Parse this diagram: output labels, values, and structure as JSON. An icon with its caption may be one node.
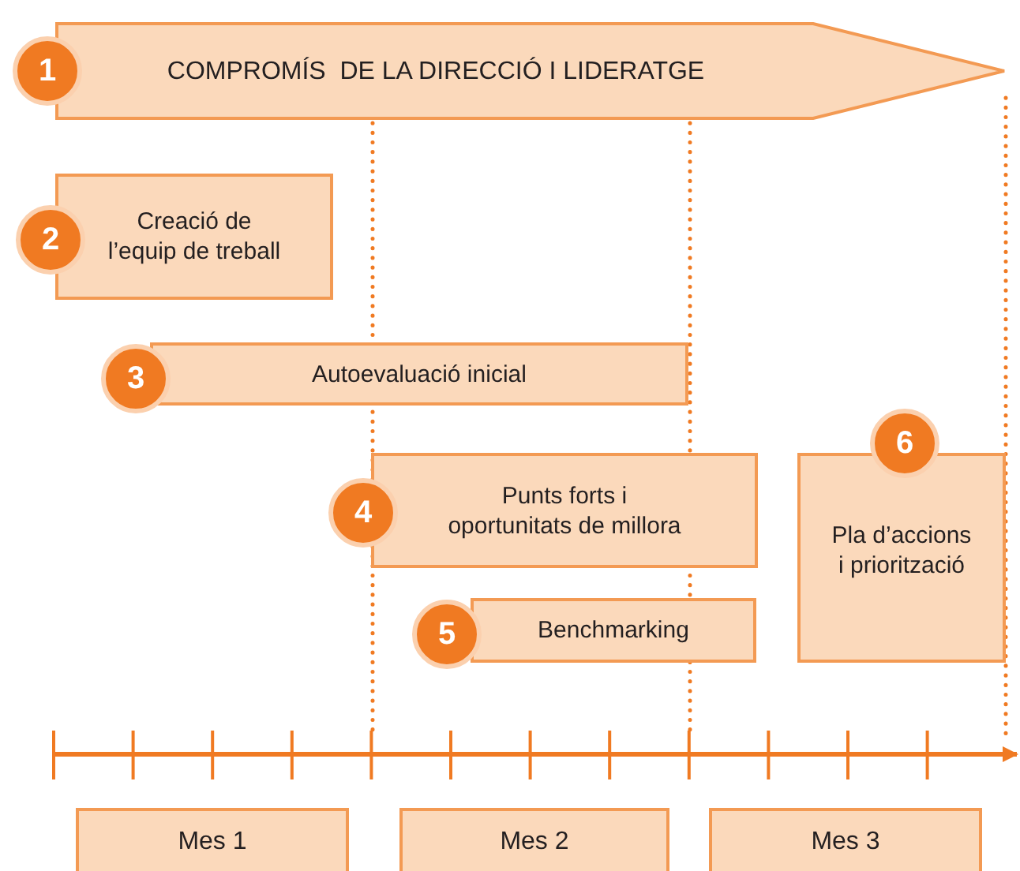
{
  "diagram": {
    "nodes": [
      {
        "text": [
          "1",
          "COMPROMÍS  DE LA DIRECCIÓ I LIDERATGE"
        ]
      },
      {
        "text": [
          "2",
          "Creació de l’equip de treball"
        ]
      },
      {
        "text": [
          "3",
          "Autoevaluació inicial"
        ]
      },
      {
        "text": [
          "4",
          "Punts forts i oportunitats de millora"
        ]
      },
      {
        "text": [
          "5",
          "Benchmarking"
        ]
      },
      {
        "text": [
          "6",
          "Pla d’accions i priorització"
        ]
      },
      {
        "text": [
          "Mes 1"
        ]
      },
      {
        "text": [
          "Mes 2"
        ]
      },
      {
        "text": [
          "Mes 3"
        ]
      }
    ],
    "edges": []
  }
}
